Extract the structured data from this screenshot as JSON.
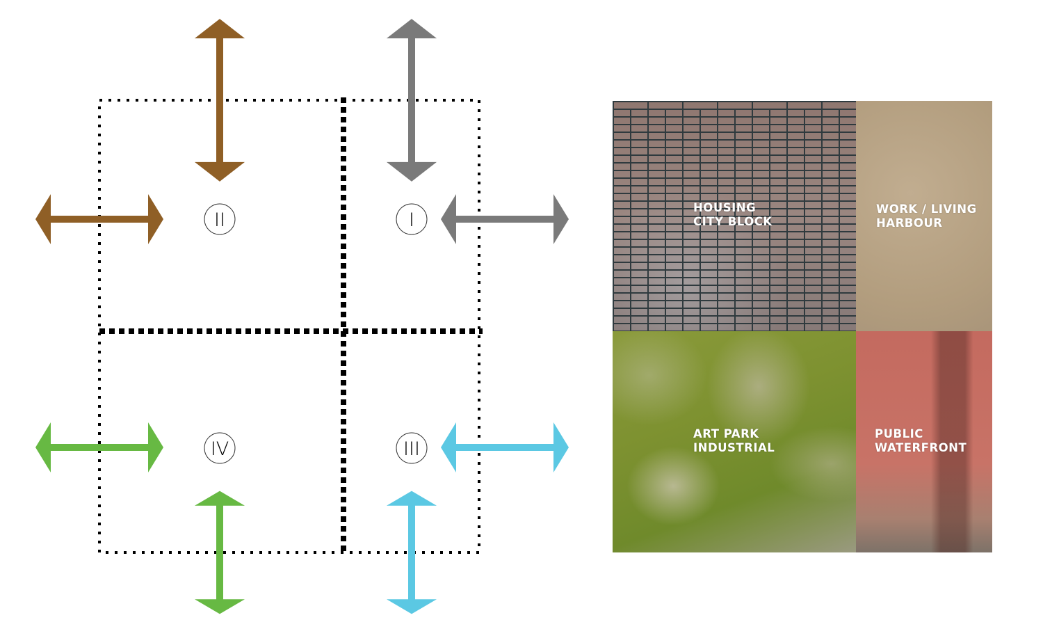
{
  "diagram": {
    "zones": [
      {
        "numeral": "I",
        "color": "#7a7a7a"
      },
      {
        "numeral": "II",
        "color": "#8f5f26"
      },
      {
        "numeral": "III",
        "color": "#5bc8e3"
      },
      {
        "numeral": "IV",
        "color": "#67b943"
      }
    ]
  },
  "materials": [
    {
      "line1": "HOUSING",
      "line2": "CITY BLOCK",
      "texture": "brick"
    },
    {
      "line1": "WORK / LIVING",
      "line2": "HARBOUR",
      "texture": "sand"
    },
    {
      "line1": "ART PARK",
      "line2": "INDUSTRIAL",
      "texture": "moss"
    },
    {
      "line1": "PUBLIC",
      "line2": "WATERFRONT",
      "texture": "red-wall"
    }
  ]
}
